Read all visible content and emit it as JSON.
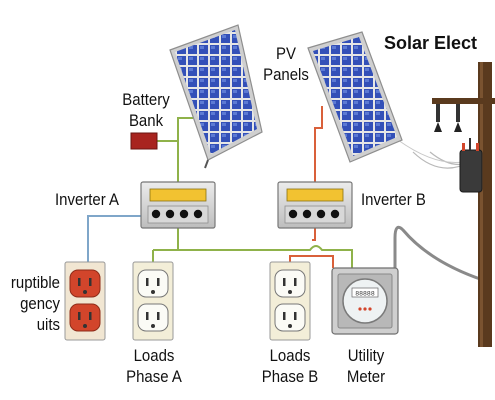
{
  "title": "Solar Elect",
  "labels": {
    "pv_panels": [
      "PV",
      "Panels"
    ],
    "battery_bank": [
      "Battery",
      "Bank"
    ],
    "inverter_a": "Inverter A",
    "inverter_b": "Inverter B",
    "emergency_circuits": [
      "ruptible",
      "gency",
      "uits"
    ],
    "loads_phase_a": [
      "Loads",
      "Phase A"
    ],
    "loads_phase_b": [
      "Loads",
      "Phase B"
    ],
    "utility_meter": [
      "Utility",
      "Meter"
    ]
  },
  "colors": {
    "panel_blue": "#2f4fb0",
    "panel_frame": "#d9d9d9",
    "wire_green": "#8fb24a",
    "wire_orange": "#d9603a",
    "wire_blue": "#7fa6c9",
    "wire_grey": "#9a9a9a",
    "battery_red": "#a8241f",
    "inverter_display": "#f2c231",
    "outlet_red": "#d2452b",
    "outlet_cream": "#f3eed8",
    "pole_brown": "#5a3a1e"
  }
}
